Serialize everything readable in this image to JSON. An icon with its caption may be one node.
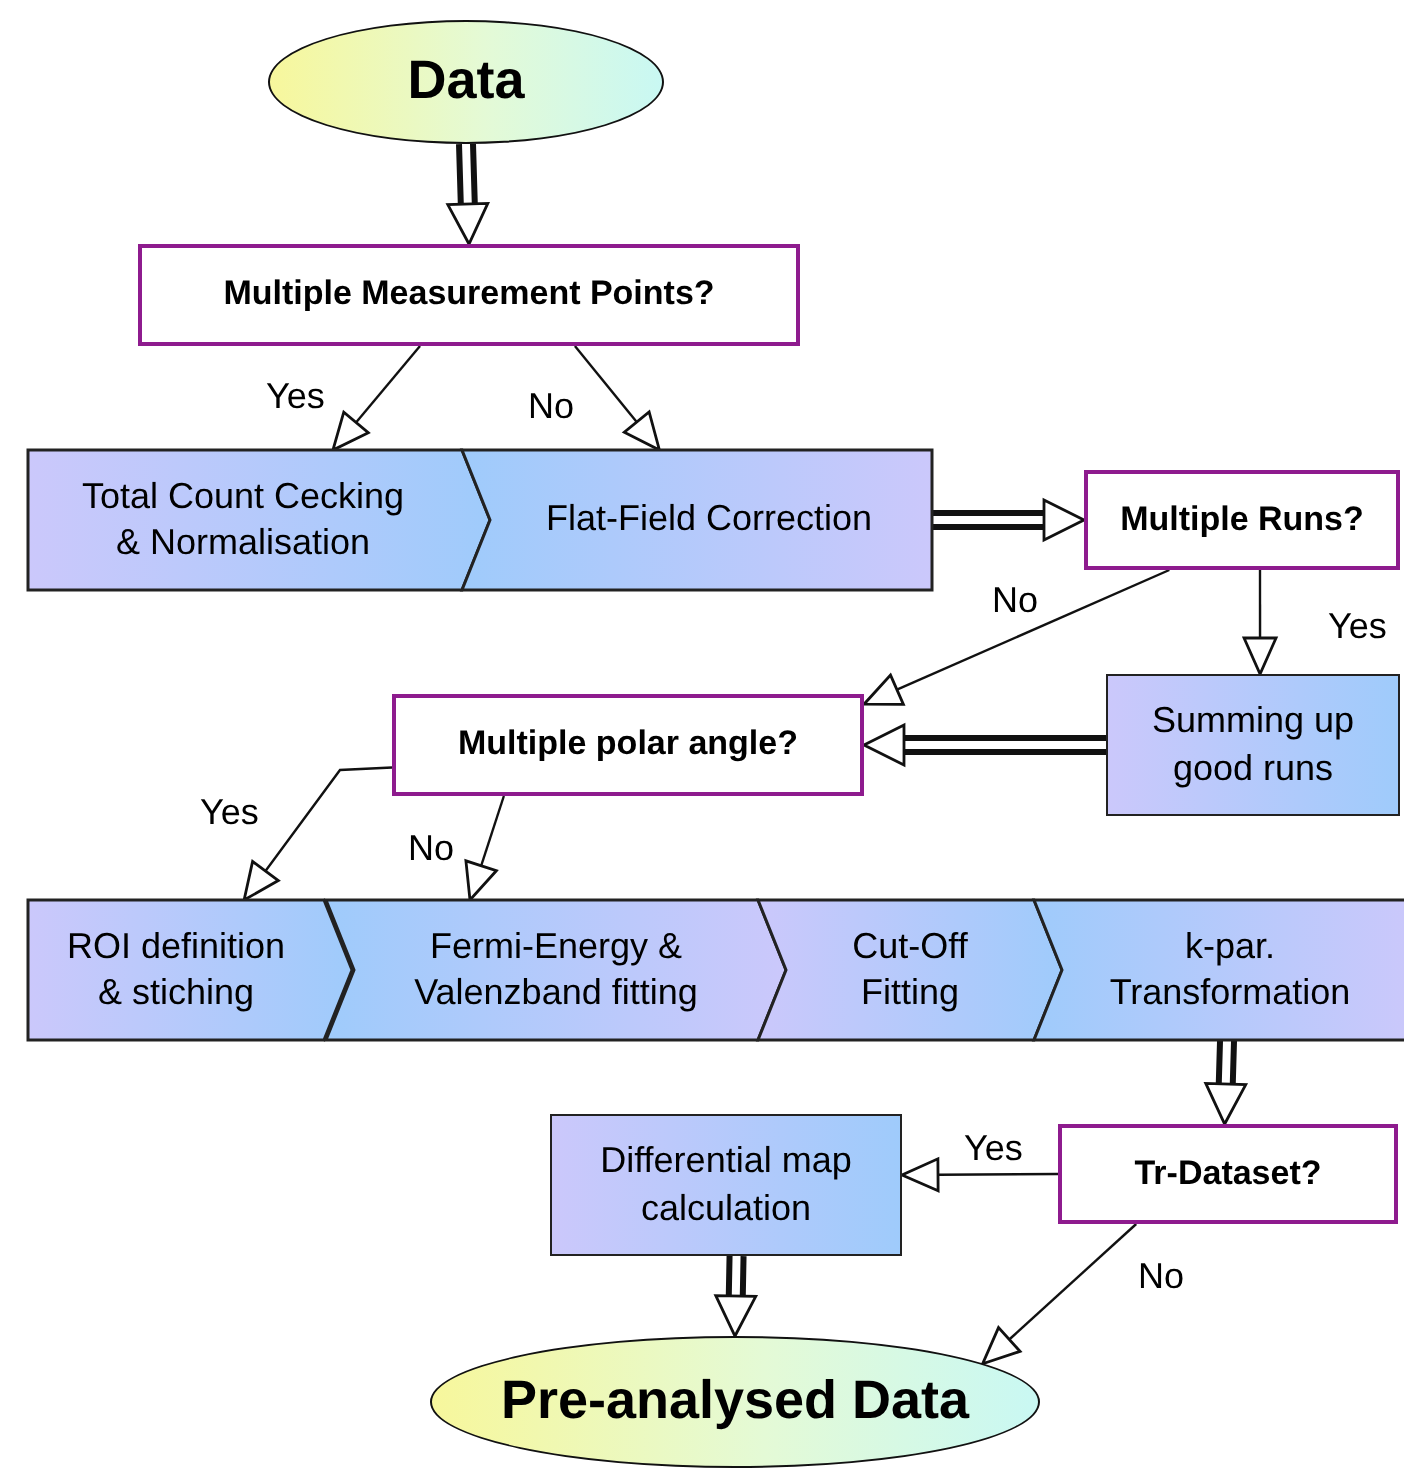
{
  "diagram": {
    "nodes": [
      {
        "text": [
          "Data"
        ]
      },
      {
        "text": [
          "Multiple Measurement Points?"
        ]
      },
      {
        "text": [
          "Total Count Cecking & Normalisation"
        ]
      },
      {
        "text": [
          "Flat-Field Correction"
        ]
      },
      {
        "text": [
          "Multiple Runs?"
        ]
      },
      {
        "text": [
          "Multiple polar angle?"
        ]
      },
      {
        "text": [
          "Summing up good runs"
        ]
      },
      {
        "text": [
          "ROI definition & stiching"
        ]
      },
      {
        "text": [
          "Fermi-Energy & Valenzband fitting"
        ]
      },
      {
        "text": [
          "Cut-Off Fitting"
        ]
      },
      {
        "text": [
          "k-par. Transformation"
        ]
      },
      {
        "text": [
          "Differential map calculation"
        ]
      },
      {
        "text": [
          "Tr-Dataset?"
        ]
      },
      {
        "text": [
          "Pre-analysed Data"
        ]
      }
    ],
    "edges": [
      {
        "from": 0,
        "to": 1,
        "arrow": "to",
        "style": "thick"
      },
      {
        "from": 1,
        "to": 2,
        "arrow": "to",
        "label": "Yes"
      },
      {
        "from": 1,
        "to": 3,
        "arrow": "to",
        "label": "No"
      },
      {
        "from": 3,
        "to": 4,
        "arrow": "to",
        "style": "thick"
      },
      {
        "from": 4,
        "to": 5,
        "arrow": "to",
        "label": "No"
      },
      {
        "from": 4,
        "to": 6,
        "arrow": "to",
        "label": "Yes"
      },
      {
        "from": 6,
        "to": 5,
        "arrow": "to",
        "style": "thick"
      },
      {
        "from": 5,
        "to": 7,
        "arrow": "to",
        "label": "Yes"
      },
      {
        "from": 5,
        "to": 8,
        "arrow": "to",
        "label": "No"
      },
      {
        "from": 10,
        "to": 12,
        "arrow": "to",
        "style": "thick"
      },
      {
        "from": 12,
        "to": 11,
        "arrow": "to",
        "label": "Yes"
      },
      {
        "from": 12,
        "to": 13,
        "arrow": "to",
        "label": "No"
      },
      {
        "from": 11,
        "to": 13,
        "arrow": "to",
        "style": "thick"
      }
    ]
  }
}
